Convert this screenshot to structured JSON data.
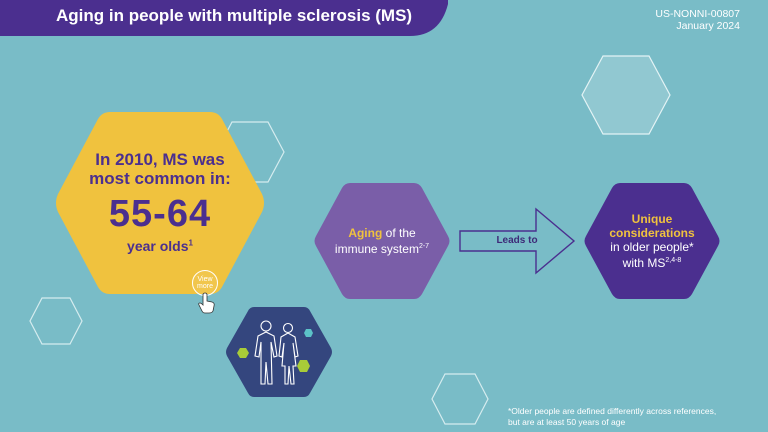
{
  "header": {
    "title": "Aging in people with multiple sclerosis (MS)",
    "doc_code": "US-NONNI-00807",
    "doc_date": "January 2024"
  },
  "stat": {
    "line1": "In 2010, MS was",
    "line2": "most common in:",
    "range": "55-64",
    "unit": "year olds",
    "ref": "1",
    "view_more": "View more"
  },
  "aging": {
    "highlight": "Aging",
    "text": "of the",
    "line2": "immune system",
    "ref": "2-7"
  },
  "arrow": {
    "label": "Leads to"
  },
  "outcome": {
    "highlight_line1": "Unique",
    "highlight_line2": "considerations",
    "line3": "in older people*",
    "line4": "with MS",
    "ref": "2,4-8"
  },
  "footnote": {
    "line1": "*Older people are defined differently across references,",
    "line2": "but are at least 50 years of age"
  },
  "colors": {
    "background": "#79bcc7",
    "header": "#4b2f8f",
    "yellow": "#f0c23e",
    "purple": "#7a5ea8",
    "dark_purple": "#4b2f8f",
    "navy": "#34467e"
  },
  "icons": [
    "view-more-icon",
    "hand-cursor-icon",
    "people-icon",
    "arrow-right-icon"
  ]
}
